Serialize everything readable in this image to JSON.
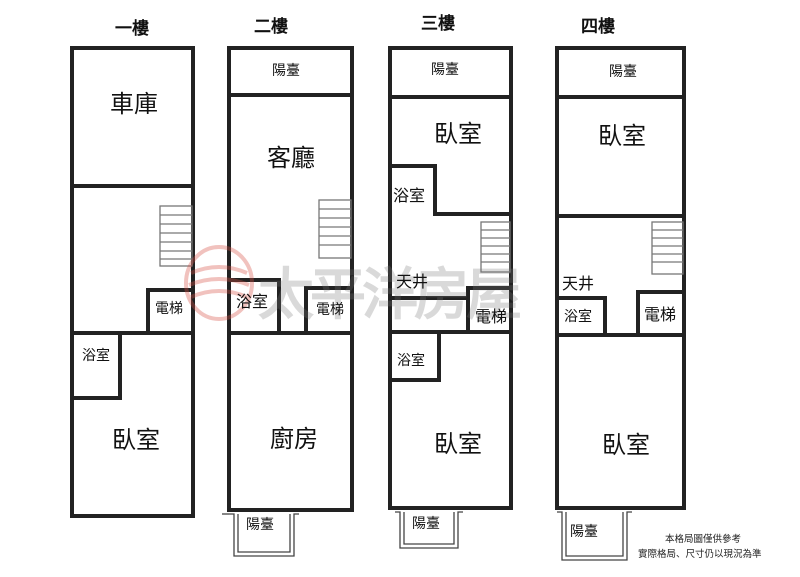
{
  "floors": [
    {
      "title": "一樓",
      "rooms": [
        "車庫",
        "電梯",
        "浴室",
        "臥室"
      ]
    },
    {
      "title": "二樓",
      "rooms": [
        "陽臺",
        "客廳",
        "浴室",
        "電梯",
        "廚房",
        "陽臺"
      ]
    },
    {
      "title": "三樓",
      "rooms": [
        "陽臺",
        "臥室",
        "浴室",
        "天井",
        "電梯",
        "浴室",
        "臥室",
        "陽臺"
      ]
    },
    {
      "title": "四樓",
      "rooms": [
        "陽臺",
        "臥室",
        "天井",
        "浴室",
        "電梯",
        "臥室",
        "陽臺"
      ]
    }
  ],
  "watermark": "太平洋房屋",
  "note": [
    "本格局圖僅供參考",
    "實際格局、尺寸仍以現況為準"
  ]
}
